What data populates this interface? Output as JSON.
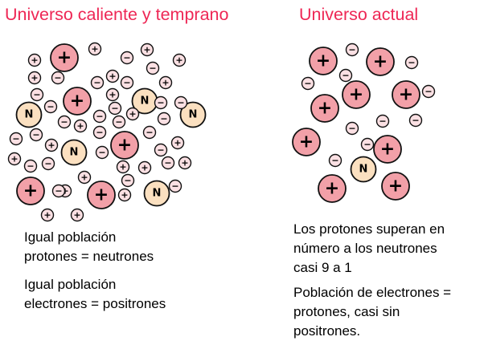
{
  "colors": {
    "title": "#ee2755",
    "proton_fill": "#f2a0a8",
    "neutron_fill": "#fbe0c0",
    "electron_fill": "#fbe0e3",
    "outline": "#111111"
  },
  "symbols": {
    "proton": "+",
    "positron": "+",
    "electron": "−",
    "neutron": "N"
  },
  "panels": [
    {
      "title": "Universo caliente y temprano",
      "captions": [
        [
          "Igual población",
          "protones = neutrones"
        ],
        [
          "Igual población",
          "electrones = positrones"
        ]
      ],
      "counts": {
        "protons": 5,
        "neutrons": 5,
        "electrons": 27,
        "positrons": 21
      }
    },
    {
      "title": "Universo actual",
      "captions": [
        [
          "Los protones superan en",
          "número a los neutrones",
          "casi 9 a 1"
        ],
        [
          "Población de electrones =",
          "protones,  casi sin",
          "positrones."
        ]
      ],
      "counts": {
        "protons": 9,
        "neutrons": 1,
        "electrons": 10,
        "positrons": 0
      }
    }
  ]
}
